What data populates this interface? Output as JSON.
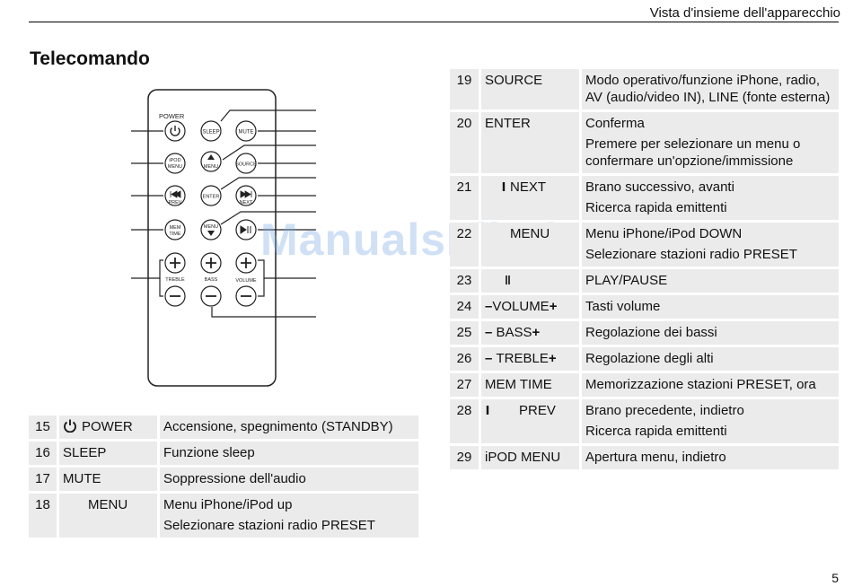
{
  "header": {
    "title": "Vista d'insieme dell'apparecchio"
  },
  "section_title": "Telecomando",
  "page_number": "5",
  "watermark": "ManualsLib.de",
  "remote": {
    "labels": {
      "power": "POWER",
      "sleep": "SLEEP",
      "mute": "MUTE",
      "ipod_menu_line1": "iPOD",
      "ipod_menu_line2": "MENU",
      "menu_up": "MENU",
      "source": "SOURCE",
      "prev": "PREV",
      "enter": "ENTER",
      "next": "NEXT",
      "mem_line1": "MEM",
      "mem_line2": "TIME",
      "menu_down": "MENU",
      "treble": "TREBLE",
      "bass": "BASS",
      "volume": "VOLUME"
    }
  },
  "table_left": [
    {
      "num": "15",
      "icon": "power-icon",
      "key": "POWER",
      "desc": [
        "Accensione, spegnimento (STANDBY)"
      ]
    },
    {
      "num": "16",
      "key": "SLEEP",
      "desc": [
        "Funzione sleep"
      ]
    },
    {
      "num": "17",
      "key": "MUTE",
      "desc": [
        "Soppressione dell'audio"
      ]
    },
    {
      "num": "18",
      "icon": "menu-up-icon",
      "key": "MENU",
      "desc": [
        "Menu iPhone/iPod up",
        "Selezionare stazioni radio PRESET"
      ]
    }
  ],
  "table_right": [
    {
      "num": "19",
      "key": "SOURCE",
      "desc": [
        "Modo operativo/funzione iPhone, radio, AV (audio/video IN), LINE (fonte esterna)"
      ]
    },
    {
      "num": "20",
      "key": "ENTER",
      "desc": [
        "Conferma",
        "Premere per selezionare un menu o confermare un'opzione/immissione"
      ]
    },
    {
      "num": "21",
      "icon": "next-icon",
      "key": "NEXT",
      "desc": [
        "Brano successivo, avanti",
        "Ricerca rapida emittenti"
      ]
    },
    {
      "num": "22",
      "icon": "menu-down-icon",
      "key": "MENU",
      "desc": [
        "Menu iPhone/iPod DOWN",
        "Selezionare stazioni radio PRESET"
      ]
    },
    {
      "num": "23",
      "icon": "play-pause-icon",
      "key": "",
      "desc": [
        "PLAY/PAUSE"
      ]
    },
    {
      "num": "24",
      "key_pre": "–",
      "key": "VOLUME",
      "key_post": "+",
      "desc": [
        "Tasti volume"
      ]
    },
    {
      "num": "25",
      "key_pre": "– ",
      "key": "BASS",
      "key_post": "+",
      "desc": [
        "Regolazione dei bassi"
      ]
    },
    {
      "num": "26",
      "key_pre": "– ",
      "key": "TREBLE",
      "key_post": "+",
      "desc": [
        "Regolazione degli alti"
      ]
    },
    {
      "num": "27",
      "key": "MEM TIME",
      "desc": [
        "Memorizzazione stazioni PRESET, ora"
      ]
    },
    {
      "num": "28",
      "icon": "prev-icon",
      "key": "PREV",
      "desc": [
        "Brano precedente, indietro",
        "Ricerca rapida emittenti"
      ]
    },
    {
      "num": "29",
      "key": "iPOD MENU",
      "desc": [
        "Apertura menu, indietro"
      ]
    }
  ]
}
